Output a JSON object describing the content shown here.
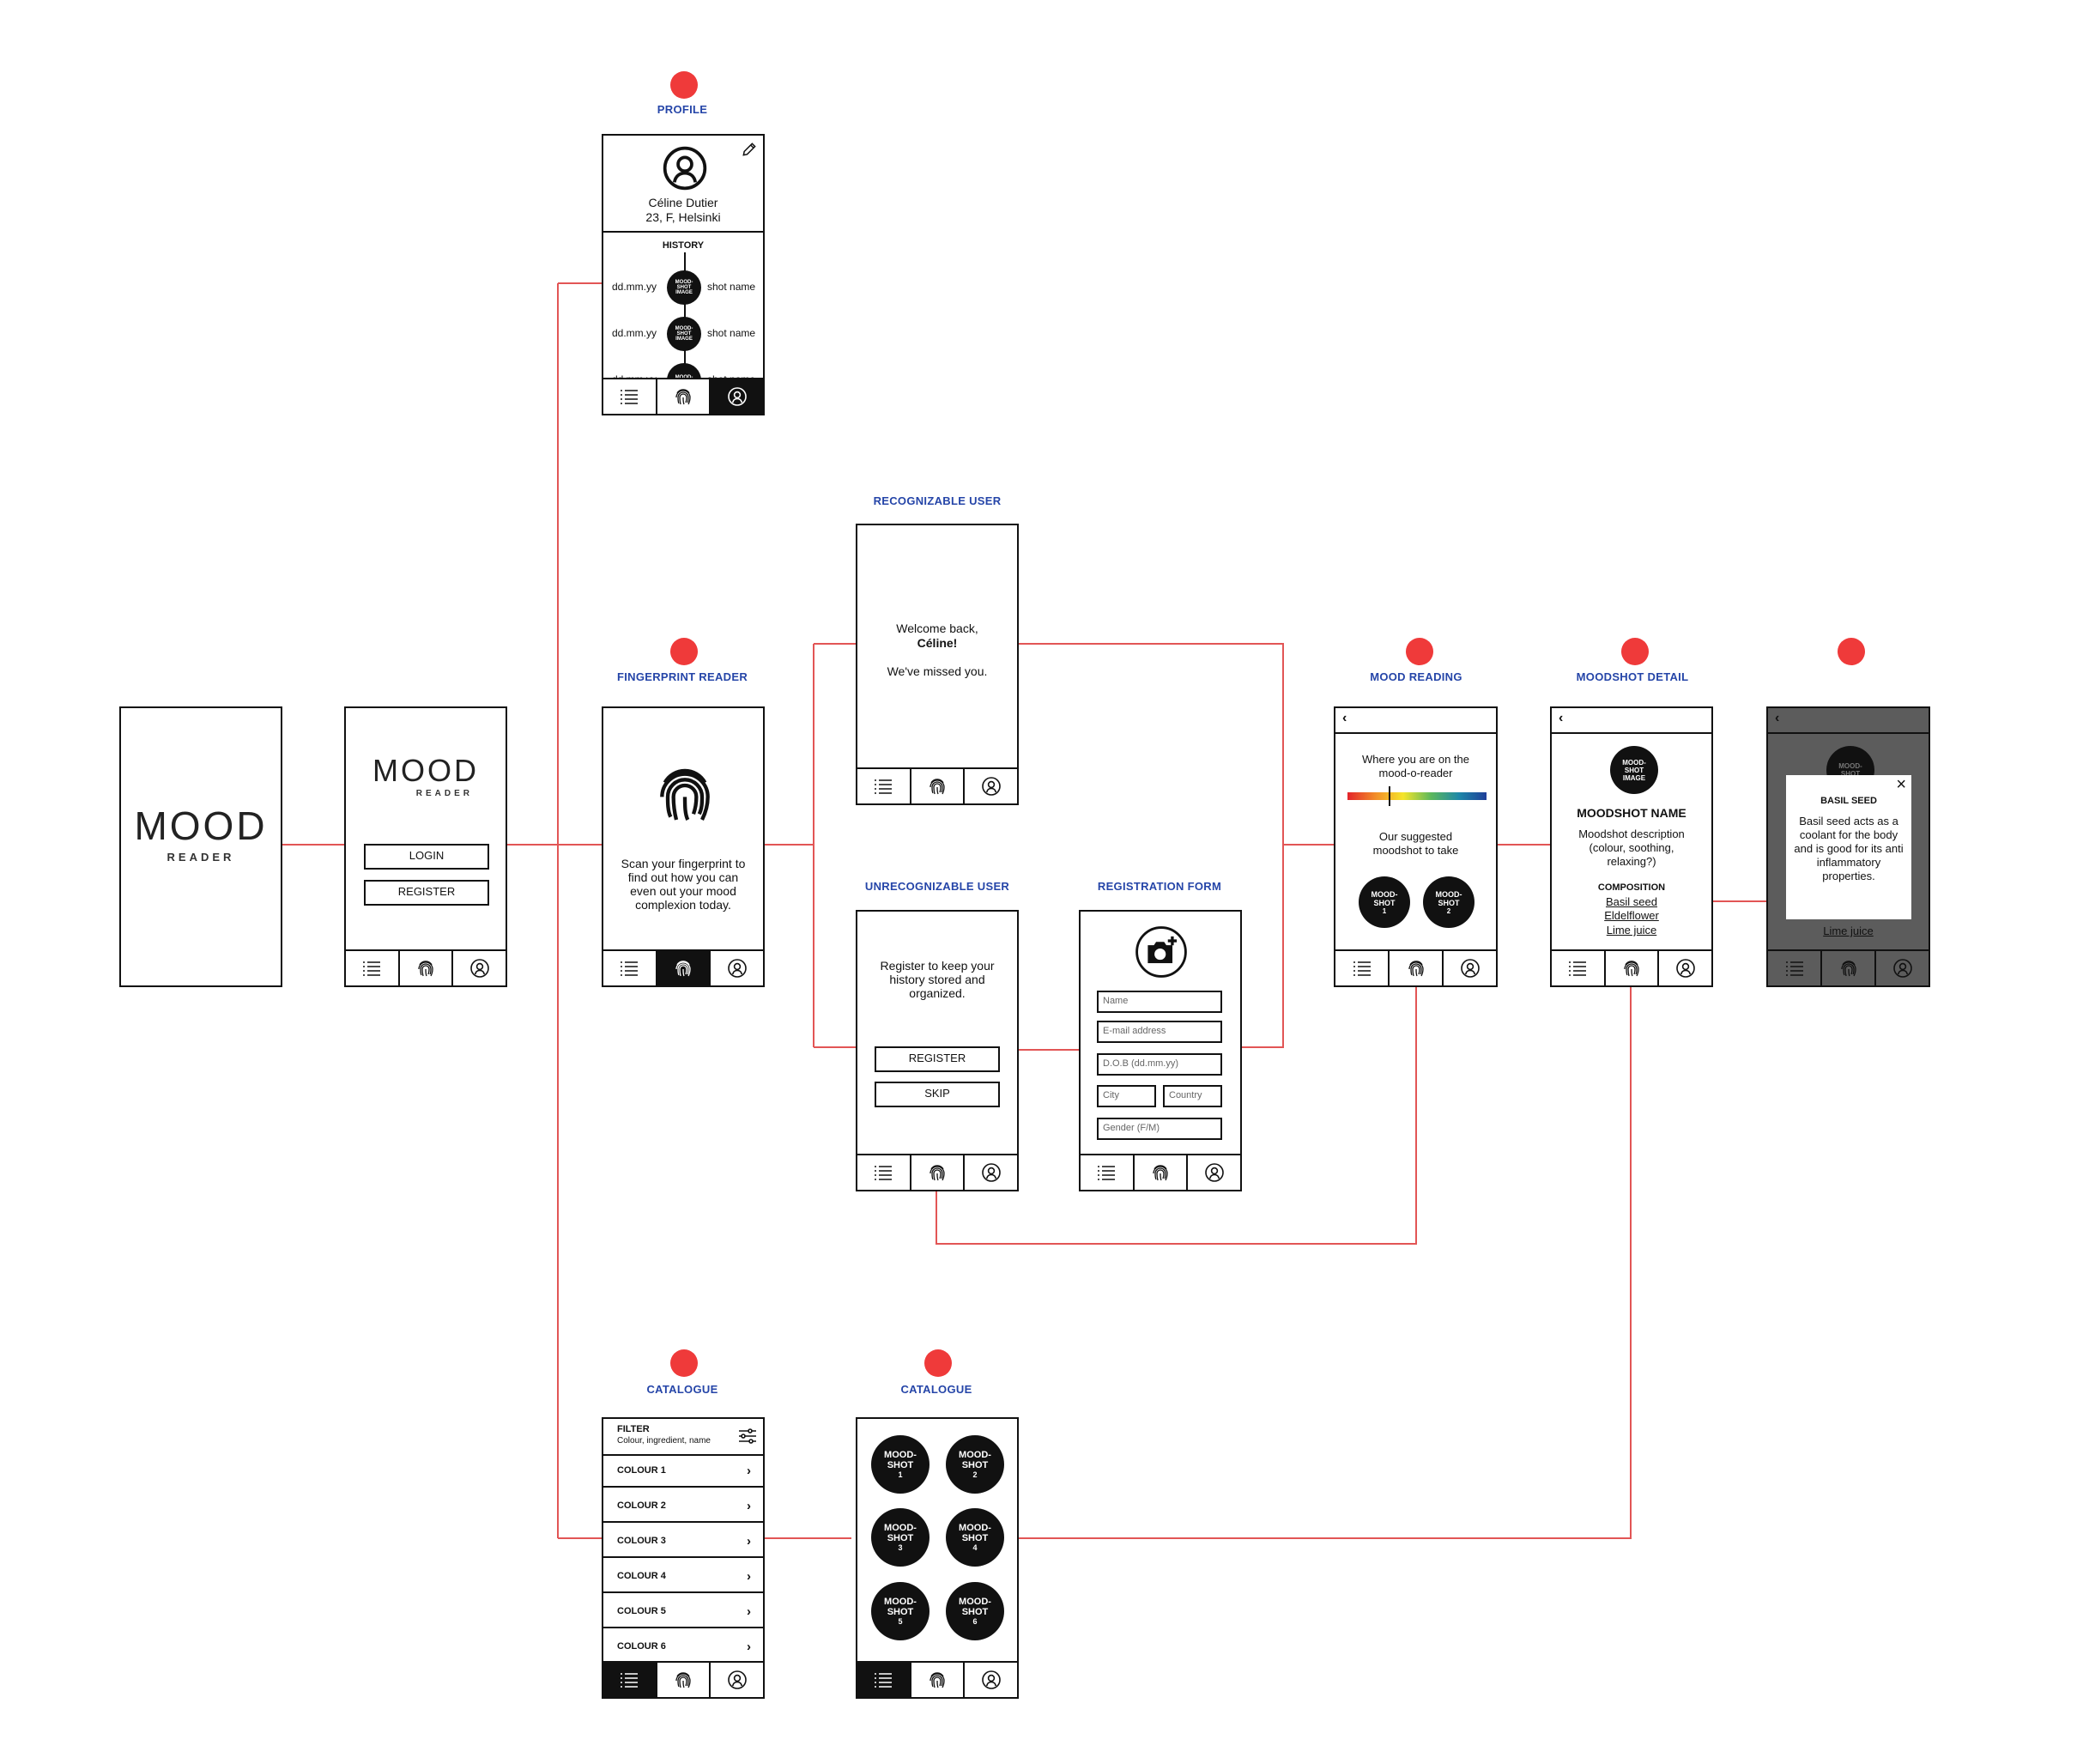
{
  "colors": {
    "accent": "#2545a8",
    "connector": "#e25555",
    "marker": "#ef3a3a",
    "ink": "#111111"
  },
  "icons": [
    "list-icon",
    "fingerprint-icon",
    "user-icon",
    "pencil-icon",
    "camera-plus-icon",
    "filter-icon",
    "chevron-right-icon",
    "back-icon",
    "close-icon"
  ],
  "logo": {
    "word": "MOOD",
    "sub": "READER"
  },
  "screens": {
    "profile": {
      "title": "PROFILE",
      "name": "Céline Dutier",
      "info": "23, F, Helsinki",
      "history_label": "HISTORY",
      "entries": [
        {
          "date": "dd.mm.yy",
          "image": "MOOD-SHOT IMAGE",
          "shot": "shot name"
        },
        {
          "date": "dd.mm.yy",
          "image": "MOOD-SHOT IMAGE",
          "shot": "shot name"
        },
        {
          "date": "dd.mm.yy",
          "image": "MOOD-SHOT",
          "shot": "shot name"
        }
      ]
    },
    "login": {
      "login_label": "LOGIN",
      "register_label": "REGISTER"
    },
    "fingerprint": {
      "title": "FINGERPRINT READER",
      "text": "Scan your fingerprint to find out how you can even out your mood complexion today."
    },
    "recognizable": {
      "title": "RECOGNIZABLE USER",
      "line1": "Welcome back,",
      "name": "Céline!",
      "line2": "We've missed you."
    },
    "unrecognizable": {
      "title": "UNRECOGNIZABLE USER",
      "text": "Register to keep your history stored and organized.",
      "register_label": "REGISTER",
      "skip_label": "SKIP"
    },
    "registration": {
      "title": "REGISTRATION FORM",
      "placeholders": {
        "name": "Name",
        "email": "E-mail address",
        "dob": "D.O.B (dd.mm.yy)",
        "city": "City",
        "country": "Country",
        "gender": "Gender (F/M)"
      }
    },
    "mood_reading": {
      "title": "MOOD READING",
      "text1": "Where you are on the mood-o-reader",
      "text2": "Our suggested moodshot to take",
      "shots": [
        {
          "label": "MOOD-SHOT",
          "num": "1"
        },
        {
          "label": "MOOD-SHOT",
          "num": "2"
        }
      ]
    },
    "moodshot_detail": {
      "title": "MOODSHOT DETAIL",
      "image": "MOOD-SHOT IMAGE",
      "name": "MOODSHOT NAME",
      "description": "Moodshot description (colour, soothing, relaxing?)",
      "composition_label": "COMPOSITION",
      "ingredients": [
        "Basil seed",
        "Eldelflower",
        "Lime juice"
      ]
    },
    "popup": {
      "bg_image": "MOOD-SHOT",
      "heading": "BASIL SEED",
      "text": "Basil seed acts as a coolant for the body and is good for its anti inflammatory properties.",
      "link": "Lime juice"
    },
    "catalogue_list": {
      "title": "CATALOGUE",
      "filter_label": "FILTER",
      "filter_sub": "Colour, ingredient, name",
      "colours": [
        "COLOUR 1",
        "COLOUR 2",
        "COLOUR 3",
        "COLOUR 4",
        "COLOUR 5",
        "COLOUR 6"
      ]
    },
    "catalogue_grid": {
      "title": "CATALOGUE",
      "shots": [
        {
          "label": "MOOD-SHOT",
          "num": "1"
        },
        {
          "label": "MOOD-SHOT",
          "num": "2"
        },
        {
          "label": "MOOD-SHOT",
          "num": "3"
        },
        {
          "label": "MOOD-SHOT",
          "num": "4"
        },
        {
          "label": "MOOD-SHOT",
          "num": "5"
        },
        {
          "label": "MOOD-SHOT",
          "num": "6"
        }
      ]
    }
  }
}
